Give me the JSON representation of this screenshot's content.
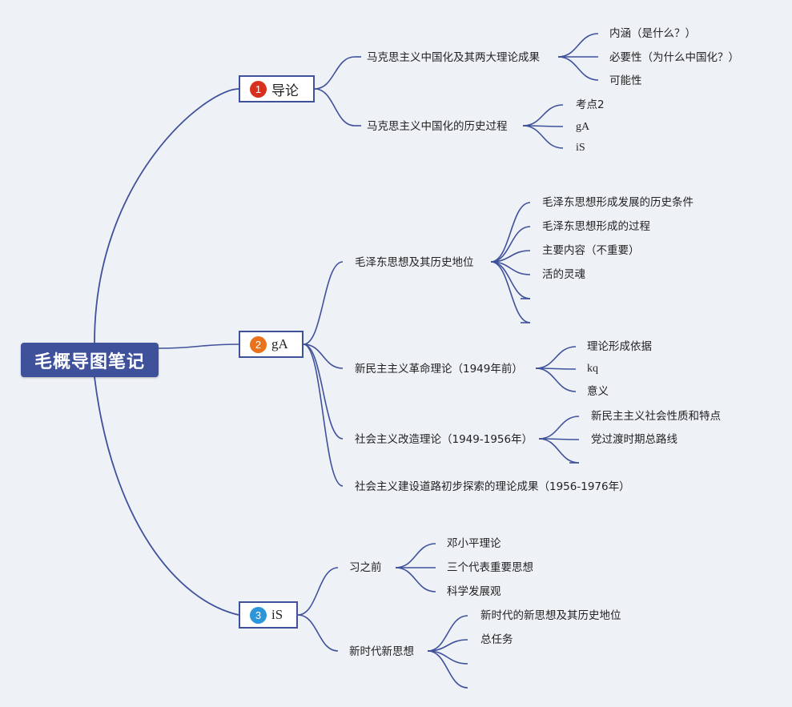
{
  "root": {
    "label": "毛概导图笔记"
  },
  "colors": {
    "line": "#3f519b",
    "badge1": "#d7301c",
    "badge2": "#e8731c",
    "badge3": "#2b97d8"
  },
  "sections": [
    {
      "badge": "1",
      "label": "导论",
      "topics": [
        {
          "label": "马克思主义中国化及其两大理论成果",
          "children": [
            "内涵（是什么？）",
            "必要性（为什么中国化？）",
            "可能性"
          ]
        },
        {
          "label": "马克思主义中国化的历史过程",
          "children": [
            "考点2",
            "gA",
            "iS"
          ]
        }
      ]
    },
    {
      "badge": "2",
      "label": "gA",
      "topics": [
        {
          "label": "毛泽东思想及其历史地位",
          "children": [
            "毛泽东思想形成发展的历史条件",
            "毛泽东思想形成的过程",
            "主要内容（不重要）",
            "活的灵魂",
            "",
            ""
          ]
        },
        {
          "label": "新民主主义革命理论（1949年前）",
          "children": [
            "理论形成依据",
            "kq",
            "意义"
          ]
        },
        {
          "label": "社会主义改造理论（1949-1956年）",
          "children": [
            "新民主主义社会性质和特点",
            "党过渡时期总路线",
            ""
          ]
        },
        {
          "label": "社会主义建设道路初步探索的理论成果（1956-1976年）",
          "children": []
        }
      ]
    },
    {
      "badge": "3",
      "label": "iS",
      "topics": [
        {
          "label": "习之前",
          "children": [
            "邓小平理论",
            "三个代表重要思想",
            "科学发展观"
          ]
        },
        {
          "label": "新时代新思想",
          "children": [
            "新时代的新思想及其历史地位",
            "总任务",
            "",
            ""
          ]
        }
      ]
    }
  ]
}
